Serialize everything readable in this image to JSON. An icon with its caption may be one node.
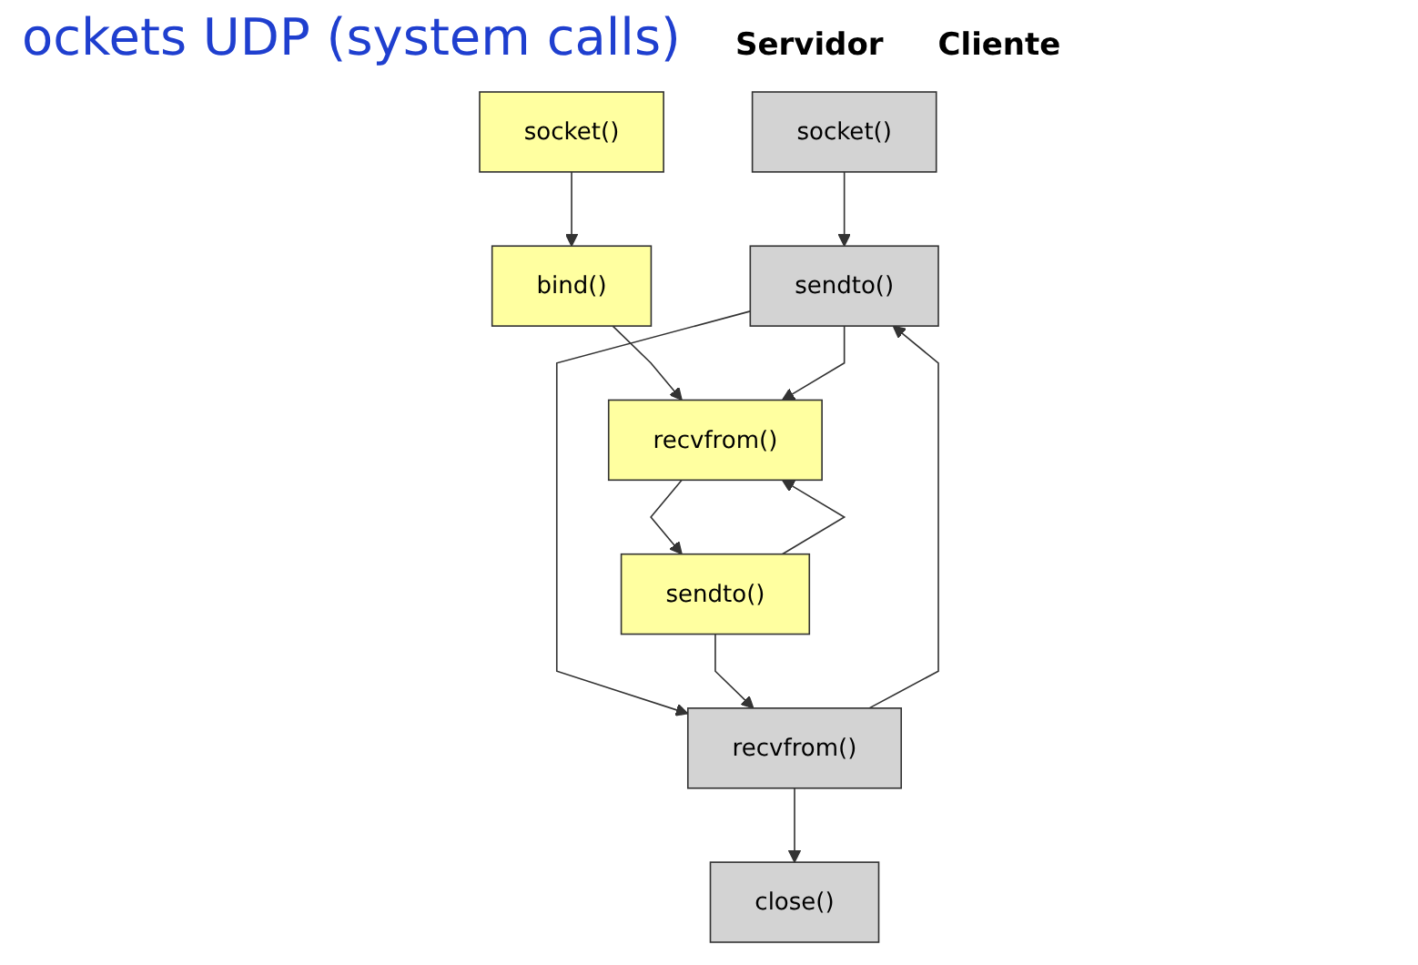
{
  "diagram": {
    "title": "ockets UDP (system calls)",
    "nodes": [
      {
        "text": [
          "socket()"
        ]
      },
      {
        "text": [
          "sendto()"
        ]
      },
      {
        "text": [
          "recvfrom()"
        ]
      },
      {
        "text": [
          "close()"
        ]
      },
      {
        "text": [
          "socket()"
        ]
      },
      {
        "text": [
          "bind()"
        ]
      },
      {
        "text": [
          "recvfrom()"
        ]
      },
      {
        "text": [
          "sendto()"
        ]
      }
    ],
    "edges": [
      {
        "from": 0,
        "to": 1,
        "arrow": "to"
      },
      {
        "from": 1,
        "to": 2,
        "arrow": "to"
      },
      {
        "from": 2,
        "to": 3,
        "arrow": "to"
      },
      {
        "from": 2,
        "to": 1,
        "arrow": "to"
      },
      {
        "from": 4,
        "to": 5,
        "arrow": "to"
      },
      {
        "from": 5,
        "to": 6,
        "arrow": "to"
      },
      {
        "from": 6,
        "to": 7,
        "arrow": "to"
      },
      {
        "from": 7,
        "to": 6,
        "arrow": "to"
      },
      {
        "from": 1,
        "to": 6,
        "arrow": "to"
      },
      {
        "from": 7,
        "to": 2,
        "arrow": "to"
      }
    ],
    "labels": [
      "Servidor",
      "Cliente"
    ]
  }
}
